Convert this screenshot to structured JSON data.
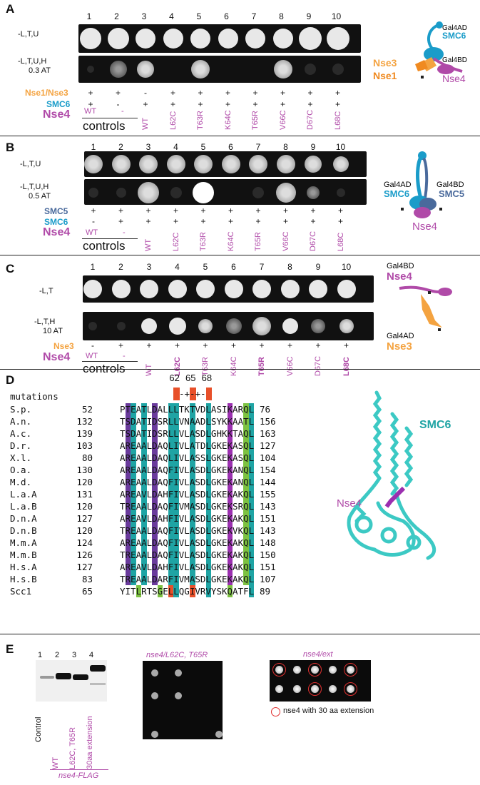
{
  "panels": {
    "A": "A",
    "B": "B",
    "C": "C",
    "D": "D",
    "E": "E"
  },
  "lane_numbers": [
    "1",
    "2",
    "3",
    "4",
    "5",
    "6",
    "7",
    "8",
    "9",
    "10"
  ],
  "mutations": [
    "WT",
    "L62C",
    "T63R",
    "K64C",
    "T65R",
    "V66C",
    "D67C",
    "L68C"
  ],
  "controls_word": "controls",
  "ctrl_wt": "WT",
  "ctrl_dash": "-",
  "panelA": {
    "row1": "-L,T,U",
    "row2a": "-L,T,U,H",
    "row2b": "0.3 AT",
    "geno1": "Nse1/Nse3",
    "geno2": "SMC6",
    "geno3": "Nse4",
    "geno1_marks": [
      "+",
      "+",
      "-",
      "+",
      "+",
      "+",
      "+",
      "+",
      "+",
      "+"
    ],
    "geno2_marks": [
      "+",
      "-",
      "+",
      "+",
      "+",
      "+",
      "+",
      "+",
      "+",
      "+"
    ],
    "diagram": {
      "gal4ad": "Gal4AD",
      "smc6": "SMC6",
      "nse3": "Nse3",
      "nse1": "Nse1",
      "gal4bd": "Gal4BD",
      "nse4": "Nse4"
    }
  },
  "panelB": {
    "row1": "-L,T,U",
    "row2a": "-L,T,U,H",
    "row2b": "0.5 AT",
    "geno1": "SMC5",
    "geno2": "SMC6",
    "geno3": "Nse4",
    "geno1_marks": [
      "+",
      "+",
      "+",
      "+",
      "+",
      "+",
      "+",
      "+",
      "+",
      "+"
    ],
    "geno2_marks": [
      "-",
      "+",
      "+",
      "+",
      "+",
      "+",
      "+",
      "+",
      "+",
      "+"
    ],
    "diagram": {
      "gal4ad": "Gal4AD",
      "smc6": "SMC6",
      "gal4bd": "Gal4BD",
      "smc5": "SMC5",
      "nse4": "Nse4"
    }
  },
  "panelC": {
    "row1": "-L,T",
    "row2a": "-L,T,H",
    "row2b": "10 AT",
    "geno1": "Nse3",
    "geno2": "Nse4",
    "geno1_marks": [
      "-",
      "+",
      "+",
      "+",
      "+",
      "+",
      "+",
      "+",
      "+",
      "+"
    ],
    "diagram": {
      "gal4bd": "Gal4BD",
      "nse4": "Nse4",
      "gal4ad": "Gal4AD",
      "nse3": "Nse3"
    }
  },
  "panelD": {
    "header": "mutations",
    "positions": [
      "62",
      "65",
      "68"
    ],
    "marker": "-+-+-",
    "smc6_label": "SMC6",
    "nse4_label": "Nse4",
    "rows": [
      {
        "sp": "S.p.",
        "start": "52",
        "seq": "PTEATLDALLLTKTVDLASIKARQL",
        "end": "76"
      },
      {
        "sp": "A.n.",
        "start": "132",
        "seq": "TSDATIDSRLLVNAADLSYKKAATL",
        "end": "156"
      },
      {
        "sp": "A.c.",
        "start": "139",
        "seq": "TSDATIDSRLLVLASDLGHKKTAQL",
        "end": "163"
      },
      {
        "sp": "D.r.",
        "start": "103",
        "seq": "AREAALDAQLIVLATDLGKEKASQL",
        "end": "127"
      },
      {
        "sp": "X.l.",
        "start": "80",
        "seq": "AREAALDAQLIVLASSLGKEKASQL",
        "end": "104"
      },
      {
        "sp": "O.a.",
        "start": "130",
        "seq": "AREAALDAQFIVLASDLGKEKANQL",
        "end": "154"
      },
      {
        "sp": "M.d.",
        "start": "120",
        "seq": "AREAALDAQFIVLASDLGKEKANQL",
        "end": "144"
      },
      {
        "sp": "L.a.A",
        "start": "131",
        "seq": "AREAVLDAHFIVLASDLGKEKAKQL",
        "end": "155"
      },
      {
        "sp": "L.a.B",
        "start": "120",
        "seq": "TREAALDAQFIVMASDLGKEKSRQL",
        "end": "143"
      },
      {
        "sp": "D.n.A",
        "start": "127",
        "seq": "AREAVLDAHFIVLASDLGKEKAKQL",
        "end": "151"
      },
      {
        "sp": "D.n.B",
        "start": "120",
        "seq": "TREAALDAQFIVLASDLGKEKVKQL",
        "end": "143"
      },
      {
        "sp": "M.m.A",
        "start": "124",
        "seq": "AREAALDAQFIVLASDLGKEKAKQL",
        "end": "148"
      },
      {
        "sp": "M.m.B",
        "start": "126",
        "seq": "TREAALDAQFIVLASDLGKEKAKQL",
        "end": "150"
      },
      {
        "sp": "H.s.A",
        "start": "127",
        "seq": "AREAVLDAHFIVLASDLGKEKAKQL",
        "end": "151"
      },
      {
        "sp": "H.s.B",
        "start": "83",
        "seq": "TREAALDARFIVMASDLGKEKAKQL",
        "end": "107"
      },
      {
        "sp": "Scc1",
        "start": "65",
        "seq": "YITLRTSGELLQGIVRVYSKQATFL",
        "end": "89"
      }
    ]
  },
  "panelE": {
    "lanes": [
      "1",
      "2",
      "3",
      "4"
    ],
    "lane_labels": [
      "Control",
      "WT",
      "L62C, T65R",
      "30aa extension"
    ],
    "underline_label": "nse4-FLAG",
    "plate2_title": "nse4/L62C, T65R",
    "plate3_title": "nse4/ext",
    "legend": "nse4 with 30 aa extension"
  },
  "colors": {
    "magenta": "#b04aa8",
    "cyan": "#1a9cc9",
    "orange": "#f4a340",
    "teal": "#1fa4a4",
    "purple": "#6a3a9c",
    "green": "#7dc242",
    "red": "#e8502a",
    "smc5": "#4a6a9c"
  }
}
